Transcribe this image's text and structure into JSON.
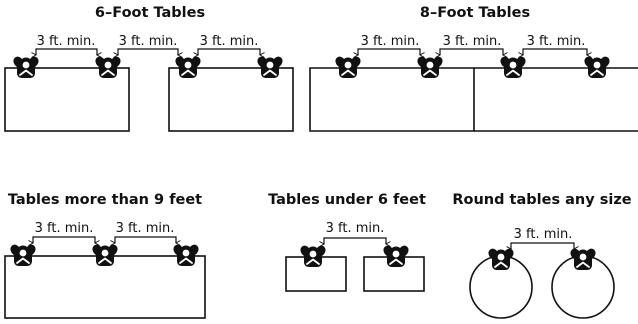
{
  "sections": {
    "six_foot": {
      "title": "6–Foot Tables",
      "gaps": [
        "3 ft. min.",
        "3 ft. min.",
        "3 ft. min."
      ]
    },
    "eight_foot": {
      "title": "8–Foot Tables",
      "gaps": [
        "3 ft. min.",
        "3 ft. min.",
        "3 ft. min."
      ]
    },
    "more_than_9": {
      "title": "Tables more than 9 feet",
      "gaps": [
        "3 ft. min.",
        "3 ft. min."
      ]
    },
    "under_6": {
      "title": "Tables under 6 feet",
      "gaps": [
        "3 ft. min."
      ]
    },
    "round": {
      "title": "Round tables any size",
      "gaps": [
        "3 ft. min."
      ]
    }
  },
  "icon": "seated-person-icon"
}
